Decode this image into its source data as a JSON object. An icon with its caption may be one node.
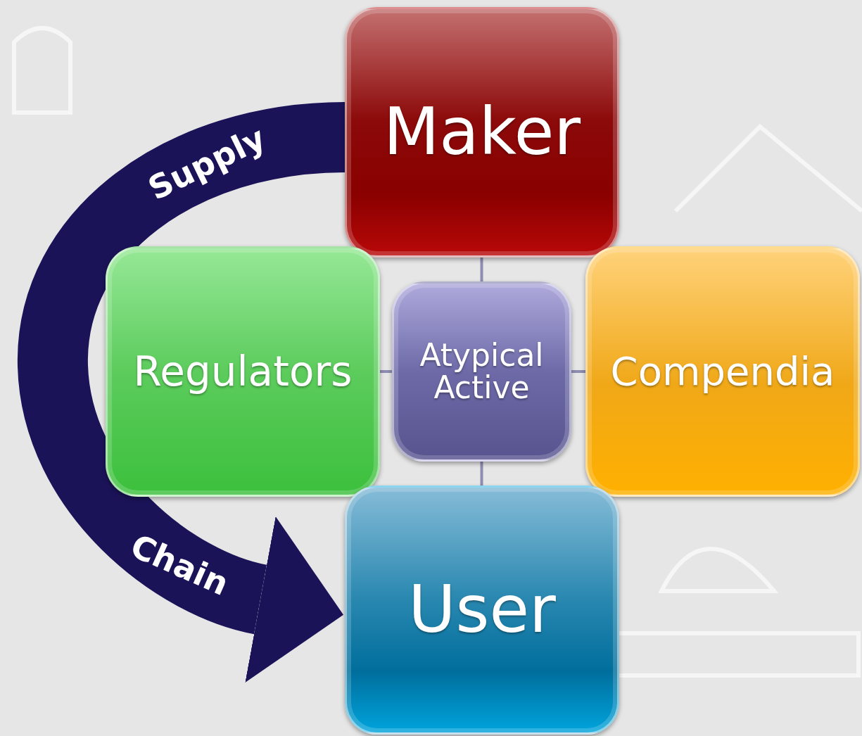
{
  "diagram": {
    "nodes": [
      {
        "text": [
          "Maker"
        ]
      },
      {
        "text": [
          "Regulators"
        ]
      },
      {
        "text": [
          "Atypical Active"
        ]
      },
      {
        "text": [
          "Compendia"
        ]
      },
      {
        "text": [
          "User"
        ]
      }
    ],
    "edges": [
      {
        "from": 0,
        "to": 4,
        "arrow": "to",
        "label": "Supply Chain",
        "style": "thick",
        "color": "#1b1358"
      },
      {
        "from": 0,
        "to": 2,
        "arrow": "none"
      },
      {
        "from": 1,
        "to": 2,
        "arrow": "none"
      },
      {
        "from": 2,
        "to": 3,
        "arrow": "none"
      },
      {
        "from": 2,
        "to": 4,
        "arrow": "none"
      }
    ]
  }
}
